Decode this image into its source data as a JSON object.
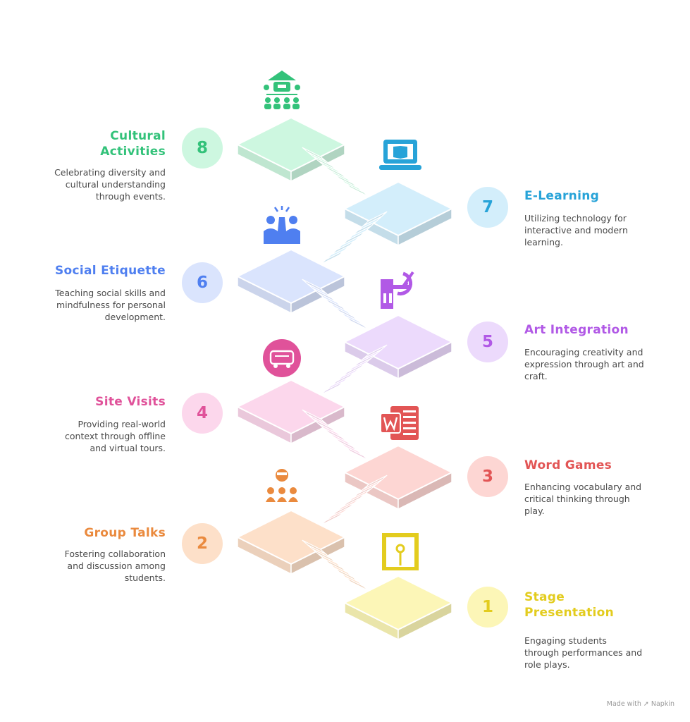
{
  "steps": [
    {
      "num": "1",
      "title": "Stage Presentation",
      "desc": "Engaging students through performances and role plays.",
      "color": "#e3cc1e",
      "light": "#fcf6b7",
      "icon": "stage-microphone-icon"
    },
    {
      "num": "2",
      "title": "Group Talks",
      "desc": "Fostering collaboration and discussion among students.",
      "color": "#ea8a3e",
      "light": "#fde0c9",
      "icon": "group-audience-icon"
    },
    {
      "num": "3",
      "title": "Word Games",
      "desc": "Enhancing vocabulary and critical thinking through play.",
      "color": "#e25555",
      "light": "#fdd6d3",
      "icon": "word-document-icon"
    },
    {
      "num": "4",
      "title": "Site Visits",
      "desc": "Providing real-world context through offline and virtual tours.",
      "color": "#e0529a",
      "light": "#fcd7ec",
      "icon": "bus-icon"
    },
    {
      "num": "5",
      "title": "Art Integration",
      "desc": "Encouraging creativity and expression through art and craft.",
      "color": "#b159e6",
      "light": "#ecdafc",
      "icon": "art-palette-icon"
    },
    {
      "num": "6",
      "title": "Social Etiquette",
      "desc": "Teaching social skills and mindfulness for personal development.",
      "color": "#4f7ff0",
      "light": "#dae4fd",
      "icon": "high-five-icon"
    },
    {
      "num": "7",
      "title": "E-Learning",
      "desc": "Utilizing technology for interactive and modern learning.",
      "color": "#27a3d8",
      "light": "#d3eefb",
      "icon": "laptop-book-icon"
    },
    {
      "num": "8",
      "title": "Cultural Activities",
      "desc": "Celebrating diversity and cultural understanding through events.",
      "color": "#33c27a",
      "light": "#cdf7e0",
      "icon": "cultural-mask-icon"
    }
  ],
  "footer": {
    "made_with": "Made with",
    "brand": "Napkin"
  }
}
